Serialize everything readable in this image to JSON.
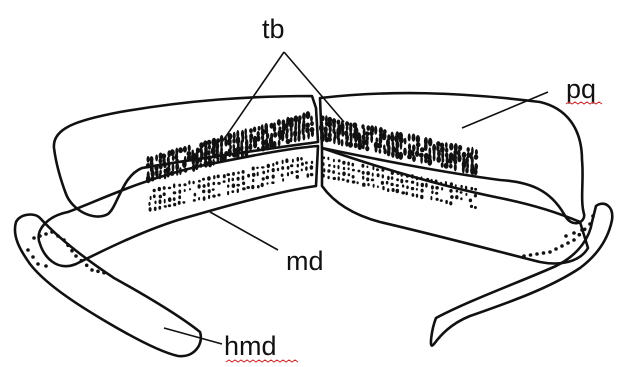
{
  "labels": {
    "tb": "tb",
    "pq": "pq",
    "md": "md",
    "hmd": "hmd"
  },
  "colors": {
    "ink": "#111111",
    "spellcheck_underline": "#cc2222",
    "background": "#ffffff"
  }
}
